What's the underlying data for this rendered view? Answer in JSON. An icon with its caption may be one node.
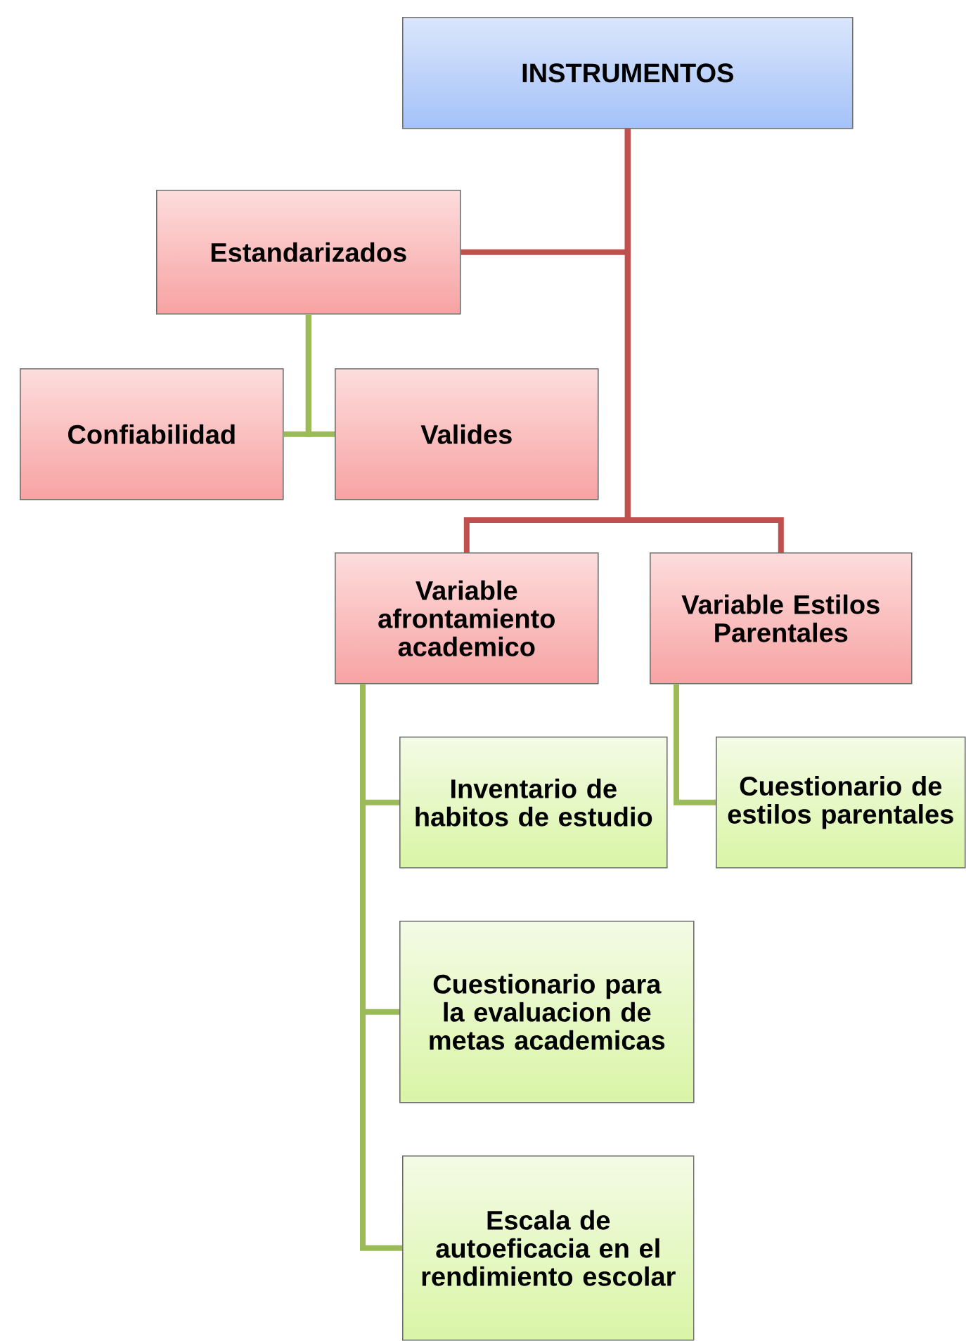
{
  "diagram": {
    "nodes": [
      {
        "text": [
          "INSTRUMENTOS"
        ]
      },
      {
        "text": [
          "Estandarizados"
        ]
      },
      {
        "text": [
          "Confiabilidad"
        ]
      },
      {
        "text": [
          "Valides"
        ]
      },
      {
        "text": [
          "Variable afrontamiento academico"
        ]
      },
      {
        "text": [
          "Variable Estilos Parentales"
        ]
      },
      {
        "text": [
          "Inventario de habitos de estudio"
        ]
      },
      {
        "text": [
          "Cuestionario de estilos parentales"
        ]
      },
      {
        "text": [
          "Cuestionario para la evaluacion de metas academicas"
        ]
      },
      {
        "text": [
          "Escala de autoeficacia en el rendimiento escolar"
        ]
      }
    ],
    "edges": [
      {
        "from": 0,
        "to": 1,
        "arrow": "none",
        "color": "#c0504d"
      },
      {
        "from": 0,
        "to": 4,
        "arrow": "none",
        "color": "#c0504d"
      },
      {
        "from": 0,
        "to": 5,
        "arrow": "none",
        "color": "#c0504d"
      },
      {
        "from": 1,
        "to": 2,
        "arrow": "none"
      },
      {
        "from": 1,
        "to": 3,
        "arrow": "none"
      },
      {
        "from": 4,
        "to": 6,
        "arrow": "none"
      },
      {
        "from": 4,
        "to": 8,
        "arrow": "none"
      },
      {
        "from": 4,
        "to": 9,
        "arrow": "none"
      },
      {
        "from": 5,
        "to": 7,
        "arrow": "none"
      }
    ]
  }
}
